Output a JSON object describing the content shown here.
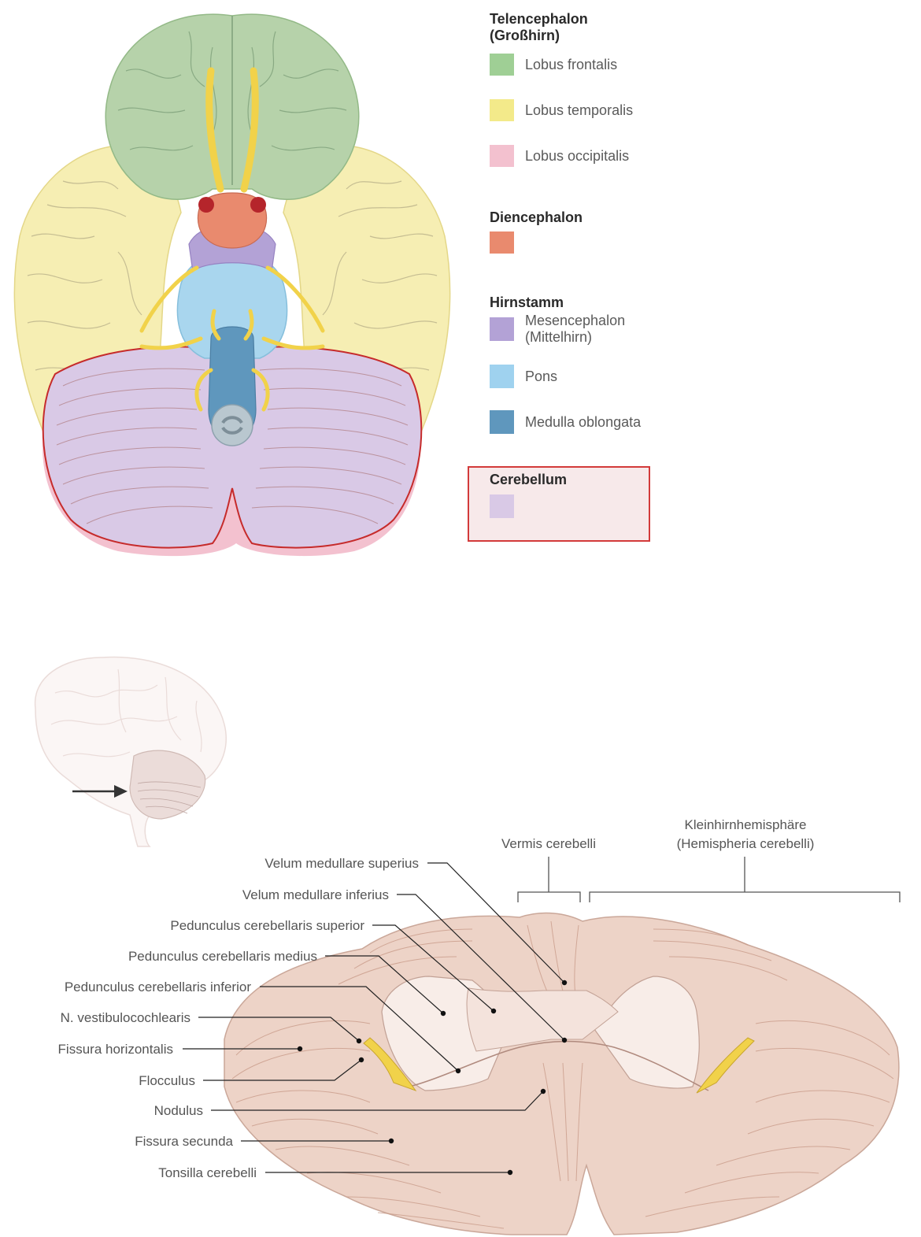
{
  "legend": {
    "telencephalon": {
      "heading_line1": "Telencephalon",
      "heading_line2": "(Großhirn)",
      "items": [
        {
          "label": "Lobus frontalis",
          "color": "#9fcf95"
        },
        {
          "label": "Lobus temporalis",
          "color": "#f3ea8a"
        },
        {
          "label": "Lobus occipitalis",
          "color": "#f3c1cf"
        }
      ]
    },
    "diencephalon": {
      "heading": "Diencephalon",
      "color": "#e98a6e"
    },
    "hirnstamm": {
      "heading": "Hirnstamm",
      "items": [
        {
          "label_line1": "Mesencephalon",
          "label_line2": "(Mittelhirn)",
          "color": "#b3a2d6"
        },
        {
          "label": "Pons",
          "color": "#9fd2ef"
        },
        {
          "label": "Medulla oblongata",
          "color": "#5f97bd"
        }
      ]
    },
    "cerebellum": {
      "heading": "Cerebellum",
      "color": "#d9c9e6",
      "box_fill": "#f7e9ea",
      "box_border": "#d33a3a"
    }
  },
  "bottom_diagram": {
    "bracket_labels": {
      "vermis": "Vermis cerebelli",
      "hemisphere_line1": "Kleinhirnhemisphäre",
      "hemisphere_line2": "(Hemispheria cerebelli)"
    },
    "callouts": [
      "Velum medullare superius",
      "Velum medullare inferius",
      "Pedunculus cerebellaris superior",
      "Pedunculus cerebellaris medius",
      "Pedunculus cerebellaris inferior",
      "N. vestibulocochlearis",
      "Fissura horizontalis",
      "Flocculus",
      "Nodulus",
      "Fissura secunda",
      "Tonsilla cerebelli"
    ]
  }
}
